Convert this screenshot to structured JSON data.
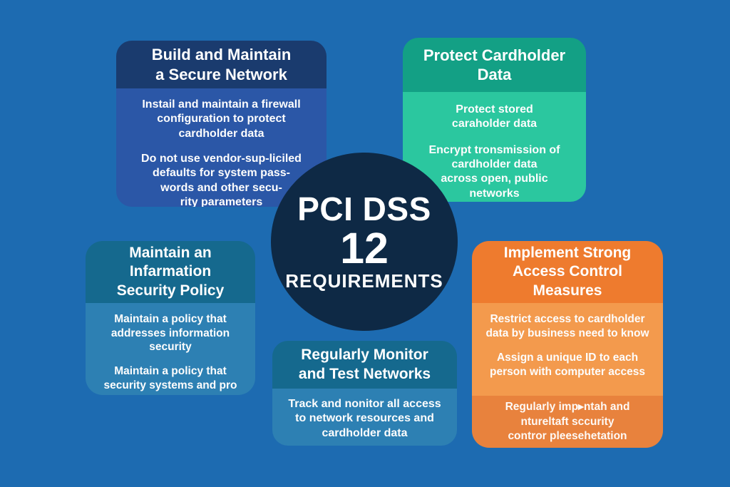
{
  "page": {
    "background_color": "#1d6bb1",
    "text_color": "#ffffff"
  },
  "center_circle": {
    "line1": "PCI DSS",
    "line2": "12",
    "line3": "REQUIREMENTS",
    "circle_color": "#0e2945"
  },
  "cards": [
    {
      "id": "build-secure-network",
      "title": "Build and Maintain\na Secure Network",
      "bullets": [
        "Instail and maintain a firewall\nconfiguration to protect\ncardholder data",
        "Do not use vendor-sup-liciled\ndefaults for system pass-\nwords and other secu-\nrity parameters"
      ],
      "header_color": "#1a3b6e",
      "body_color": "#2b57a7"
    },
    {
      "id": "protect-cardholder-data",
      "title": "Protect Cardholder\nData",
      "bullets": [
        "Protect stored\ncaraholder data",
        "Encrypt tronsmission of\ncardholder data\nacross open, public\nnetworks"
      ],
      "header_color": "#13a085",
      "body_color": "#2bc79f"
    },
    {
      "id": "maintain-infosec-policy",
      "title": "Maintain an\nInfarmation\nSecurity Policy",
      "bullets": [
        "Maintain a policy that\naddresses information\nsecurity",
        "Maintain a policy that\nsecurity systems and pro"
      ],
      "header_color": "#15698e",
      "body_color": "#2d80b3"
    },
    {
      "id": "monitor-test-networks",
      "title": "Regularly Monitor\nand Test Networks",
      "bullets": [
        "Track and  nonitor all access\nto network resources and\ncardholder data"
      ],
      "header_color": "#15698e",
      "body_color": "#2d80b3"
    },
    {
      "id": "access-control-measures",
      "title": "Implement Strong\nAccess Control\nMeasures",
      "bullets": [
        "Restrict access to cardholder\ndata by business need to know",
        "Assign a unique ID to each\nperson with computer access"
      ],
      "footer": "Regularly imp▸ntah and\nntureltaft sccurity\ncontror pleesehetation",
      "header_color": "#ee7b2e",
      "body_color": "#f39a4d",
      "footer_color": "#e8823d"
    }
  ]
}
